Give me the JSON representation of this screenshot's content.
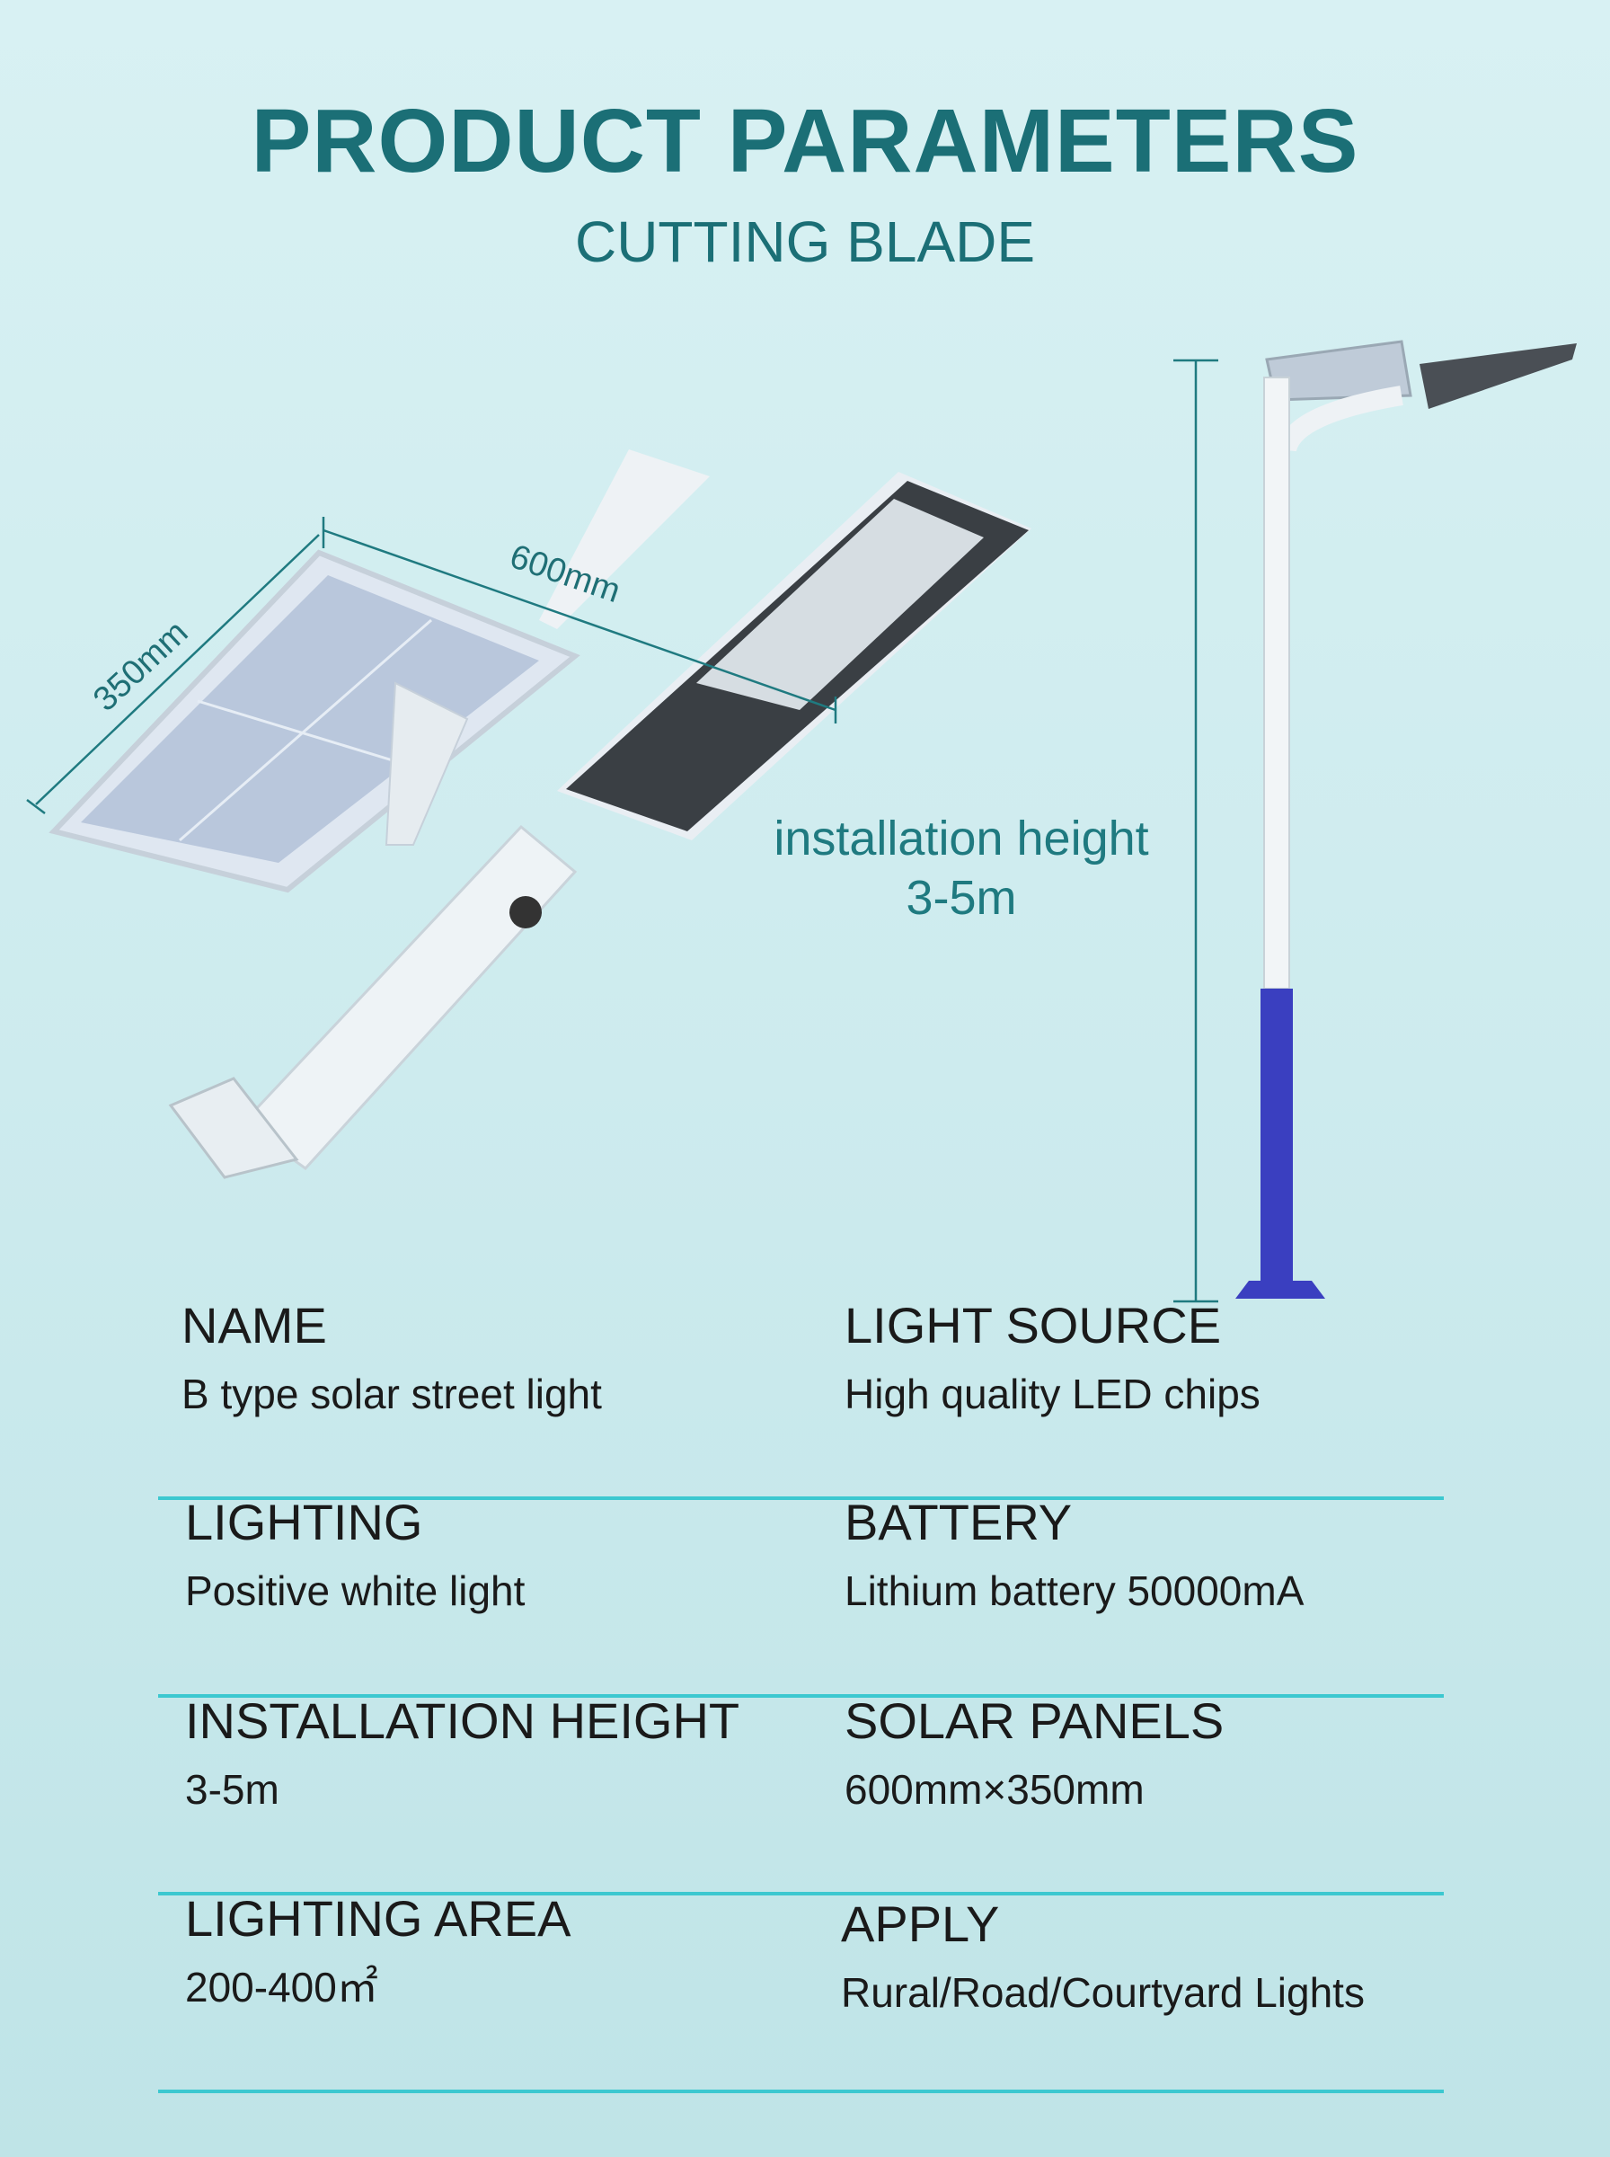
{
  "header": {
    "title": "PRODUCT PARAMETERS",
    "subtitle": "CUTTING BLADE"
  },
  "diagram": {
    "width_label": "600mm",
    "depth_label": "350mm",
    "install_label": "installation height",
    "install_value": "3-5m"
  },
  "params": [
    {
      "left": {
        "label": "NAME",
        "value": "B type solar street light"
      },
      "right": {
        "label": "LIGHT SOURCE",
        "value": "High quality LED chips"
      }
    },
    {
      "left": {
        "label": "LIGHTING",
        "value": "Positive white light"
      },
      "right": {
        "label": "BATTERY",
        "value": "Lithium battery 50000mA"
      }
    },
    {
      "left": {
        "label": "INSTALLATION HEIGHT",
        "value": "3-5m"
      },
      "right": {
        "label": "SOLAR PANELS",
        "value": "600mm×350mm"
      }
    },
    {
      "left": {
        "label": "LIGHTING AREA",
        "value": "200-400㎡"
      },
      "right": {
        "label": "APPLY",
        "value": "Rural/Road/Courtyard Lights"
      }
    }
  ],
  "colors": {
    "accent": "#1b6f76",
    "divider": "#3cc8d0",
    "pole_blue": "#3a3fc0"
  }
}
